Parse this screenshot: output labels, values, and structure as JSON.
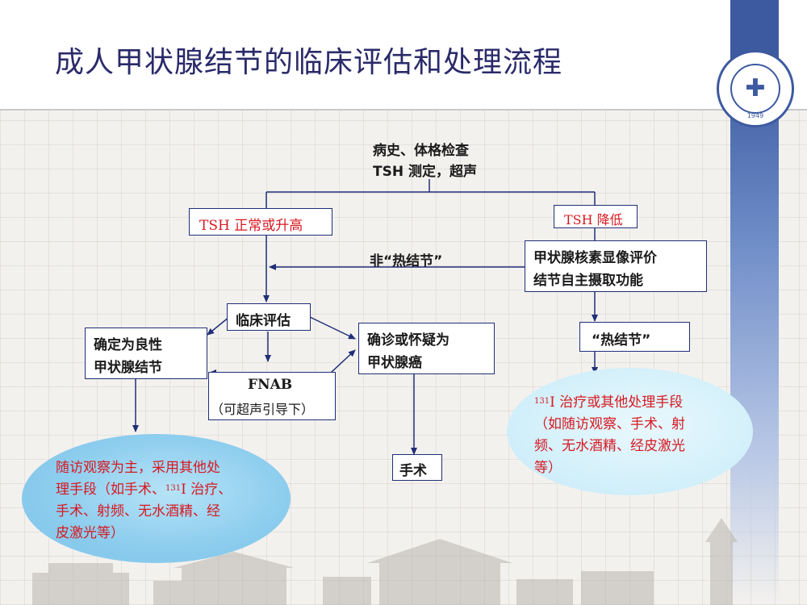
{
  "title": "成人甲状腺结节的临床评估和处理流程",
  "logo": {
    "year": "1949"
  },
  "nodes": {
    "start_line1": "病史、体格检查",
    "start_line2": "TSH 测定，超声",
    "tsh_normal": "TSH 正常或升高",
    "tsh_low": "TSH 降低",
    "non_hot": "非“热结节”",
    "scan_line1": "甲状腺核素显像评价",
    "scan_line2": "结节自主摄取功能",
    "clinical": "临床评估",
    "benign_line1": "确定为良性",
    "benign_line2": "甲状腺结节",
    "cancer_line1": "确诊或怀疑为",
    "cancer_line2": "甲状腺癌",
    "hot": "“热结节”",
    "fnab": "FNAB",
    "fnab_sub": "（可超声引导下）",
    "surgery": "手术"
  },
  "notes": {
    "left_l1": "随访观察为主，采用其他处",
    "left_l2_a": "理手段（如手术、",
    "left_l2_sup": "131",
    "left_l2_b": "I 治疗、",
    "left_l3": "手术、射频、无水酒精、经",
    "left_l4": "皮激光等）",
    "right_sup": "131",
    "right_l1": "I 治疗或其他处理手段",
    "right_l2": "（如随访观察、手术、射",
    "right_l3": "频、无水酒精、经皮激光",
    "right_l4": "等）"
  },
  "colors": {
    "accent": "#3d5aa0",
    "box_border": "#1f2f78",
    "red_text": "#d71921",
    "ellipse_blue": "#8dcdee"
  }
}
